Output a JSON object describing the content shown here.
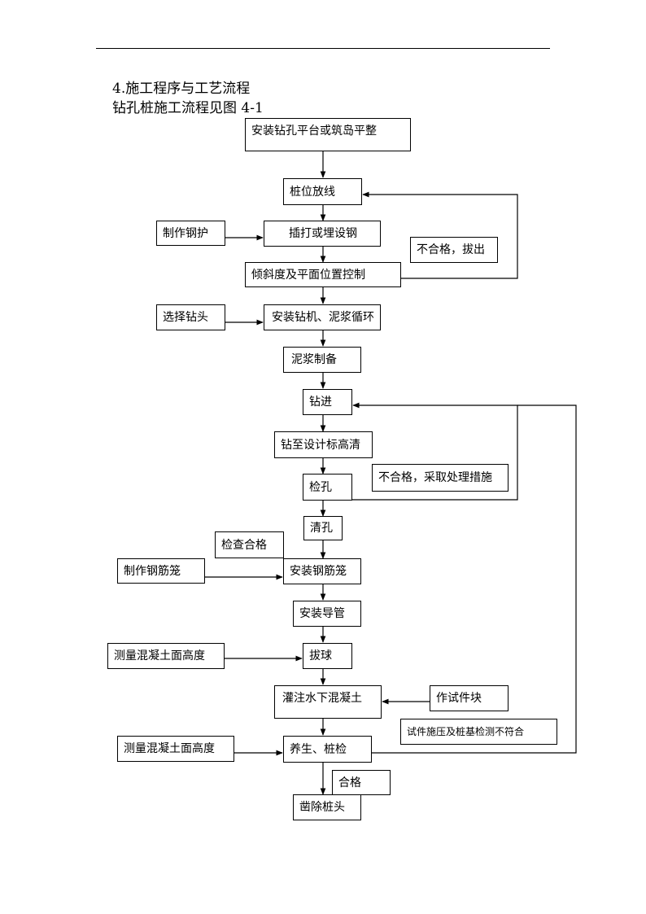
{
  "heading": {
    "section": "4.施工程序与工艺流程",
    "caption": "钻孔桩施工流程见图 4-1"
  },
  "flow": {
    "step_platform": "安装钻孔平台或筑岛平整",
    "step_stakeout": "桩位放线",
    "step_casing": "插打或埋设钢",
    "step_tilt": "倾斜度及平面位置控制",
    "step_rig": "安装钻机、泥浆循环",
    "step_slurry": "泥浆制备",
    "step_drill": "钻进",
    "step_design_depth": "钻至设计标高清",
    "step_inspect_hole": "检孔",
    "step_clean_hole": "清孔",
    "step_cage_install": "安装钢筋笼",
    "step_tremie": "安装导管",
    "step_plug": "拔球",
    "step_pour": "灌注水下混凝土",
    "step_cure": "养生、桩检",
    "step_chisel": "凿除桩头"
  },
  "side": {
    "make_casing": "制作钢护",
    "select_bit": "选择钻头",
    "make_cage": "制作钢筋笼",
    "inspect_ok": "检查合格",
    "measure_height_1": "测量混凝土面高度",
    "measure_height_2": "测量混凝土面高度",
    "make_test_block": "作试件块",
    "passed": "合格"
  },
  "feedback": {
    "fail_pull_out": "不合格，拔出",
    "fail_treat": "不合格，采取处理措施",
    "test_fail": "试件施压及桩基检测不符合"
  }
}
